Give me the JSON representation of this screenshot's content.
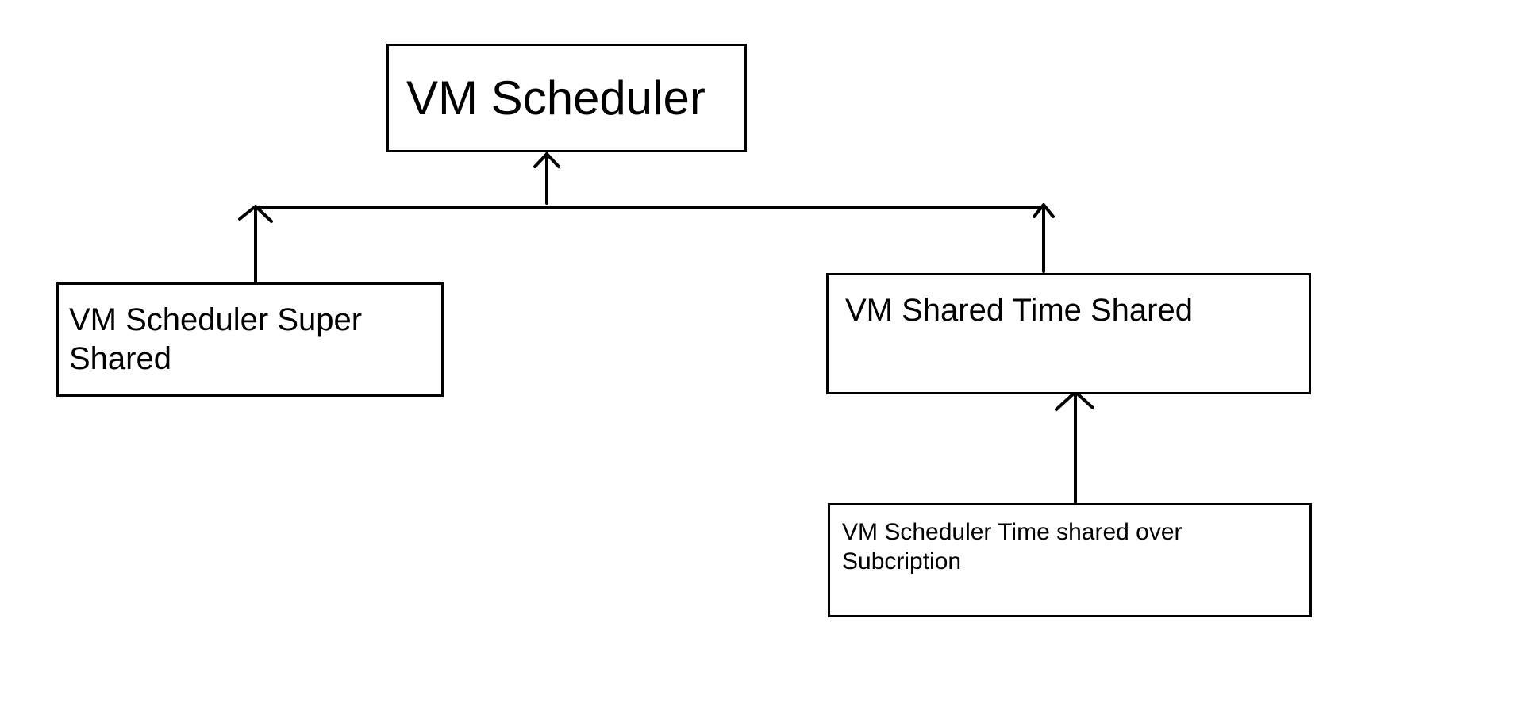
{
  "diagram": {
    "nodes": {
      "root": {
        "label": "VM Scheduler"
      },
      "super_shared": {
        "label": "VM Scheduler Super Shared"
      },
      "time_shared": {
        "label": "VM Shared Time Shared"
      },
      "over_subscription": {
        "label": "VM Scheduler Time shared over Subcription"
      }
    },
    "edges": [
      {
        "from": "super_shared",
        "to": "root"
      },
      {
        "from": "time_shared",
        "to": "root"
      },
      {
        "from": "over_subscription",
        "to": "time_shared"
      }
    ],
    "colors": {
      "stroke": "#000000",
      "background": "#ffffff"
    }
  }
}
